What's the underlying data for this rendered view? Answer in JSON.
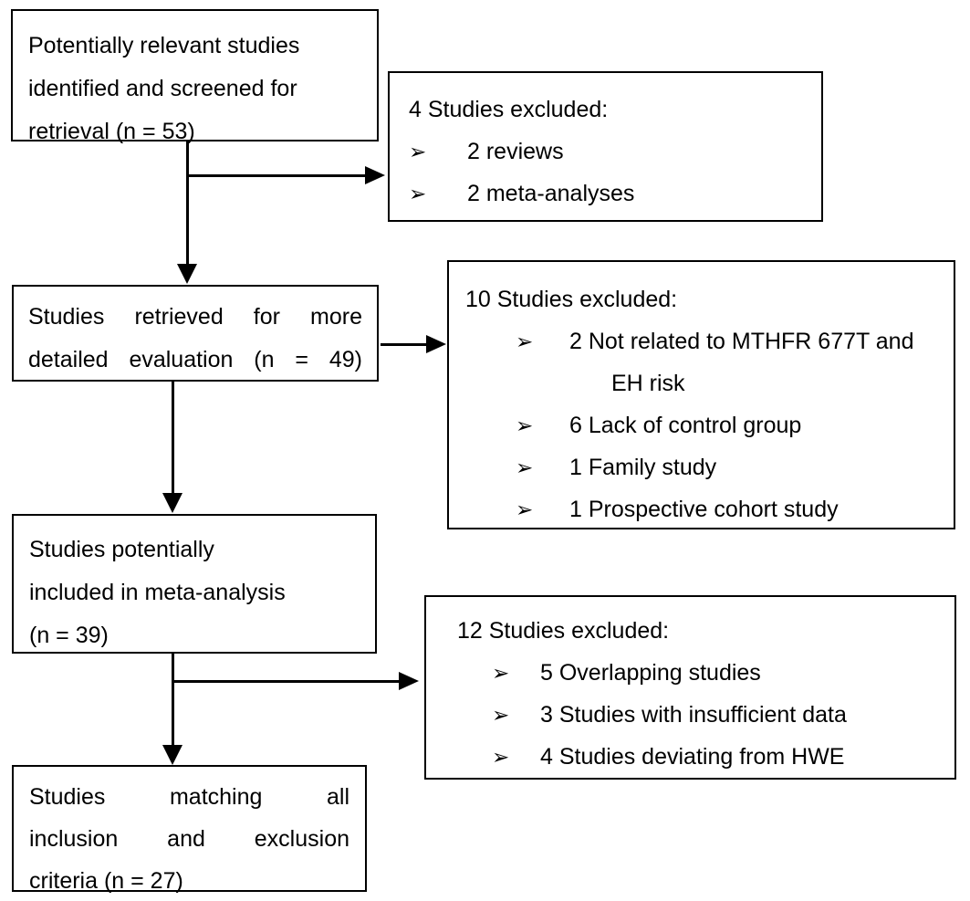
{
  "icons": {
    "bullet": "➢"
  },
  "colors": {
    "border": "#000000",
    "background": "#ffffff",
    "text": "#000000"
  },
  "boxes": {
    "screened": {
      "lines": [
        "Potentially relevant studies",
        "identified and screened for",
        "retrieval (n = 53)"
      ]
    },
    "excluded_screening": {
      "title": "4 Studies excluded:",
      "items": [
        "2 reviews",
        "2 meta-analyses"
      ]
    },
    "retrieved": {
      "lines": [
        "Studies retrieved for more",
        "detailed evaluation (n = 49)"
      ]
    },
    "excluded_evaluation": {
      "title": "10 Studies excluded:",
      "items": [
        "2 Not related to MTHFR 677T and EH risk",
        "6 Lack of control group",
        "1 Family study",
        "1 Prospective cohort study"
      ]
    },
    "potentially_included": {
      "lines": [
        "Studies potentially",
        "included in meta-analysis",
        "(n = 39)"
      ]
    },
    "excluded_meta": {
      "title": "12 Studies excluded:",
      "items": [
        "5 Overlapping studies",
        "3 Studies with insufficient data",
        "4 Studies deviating from HWE"
      ]
    },
    "final_included": {
      "lines": [
        "Studies matching all",
        "inclusion and exclusion",
        "criteria (n = 27)"
      ]
    }
  }
}
